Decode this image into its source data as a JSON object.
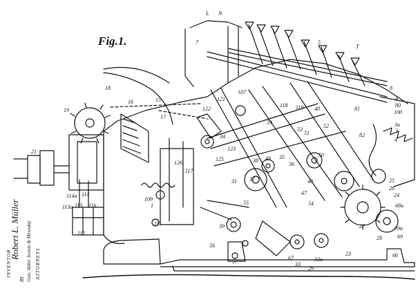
{
  "figure": {
    "title": "Fig.1.",
    "reference_numerals": [
      {
        "text": "L"
      },
      {
        "text": "N"
      },
      {
        "text": "7"
      },
      {
        "text": "5"
      },
      {
        "text": "T"
      },
      {
        "text": "18"
      },
      {
        "text": "19"
      },
      {
        "text": "16"
      },
      {
        "text": "15"
      },
      {
        "text": "17"
      },
      {
        "text": "21"
      },
      {
        "text": "107"
      },
      {
        "text": "121"
      },
      {
        "text": "122"
      },
      {
        "text": "118"
      },
      {
        "text": "119"
      },
      {
        "text": "40"
      },
      {
        "text": "81"
      },
      {
        "text": "8"
      },
      {
        "text": "9"
      },
      {
        "text": "80"
      },
      {
        "text": "100"
      },
      {
        "text": "3a"
      },
      {
        "text": "3"
      },
      {
        "text": "82"
      },
      {
        "text": "4"
      },
      {
        "text": "53"
      },
      {
        "text": "59"
      },
      {
        "text": "52"
      },
      {
        "text": "51"
      },
      {
        "text": "50"
      },
      {
        "text": "34"
      },
      {
        "text": "126"
      },
      {
        "text": "117"
      },
      {
        "text": "123"
      },
      {
        "text": "125"
      },
      {
        "text": "38"
      },
      {
        "text": "49"
      },
      {
        "text": "37"
      },
      {
        "text": "36"
      },
      {
        "text": "35"
      },
      {
        "text": "31"
      },
      {
        "text": "48"
      },
      {
        "text": "47"
      },
      {
        "text": "55"
      },
      {
        "text": "54"
      },
      {
        "text": "109"
      },
      {
        "text": "1"
      },
      {
        "text": "111"
      },
      {
        "text": "114a"
      },
      {
        "text": "114"
      },
      {
        "text": "116"
      },
      {
        "text": "113a"
      },
      {
        "text": "113"
      },
      {
        "text": "112"
      },
      {
        "text": "39"
      },
      {
        "text": "56"
      },
      {
        "text": "57"
      },
      {
        "text": "25"
      },
      {
        "text": "26"
      },
      {
        "text": "24"
      },
      {
        "text": "68a"
      },
      {
        "text": "69a"
      },
      {
        "text": "69"
      },
      {
        "text": "27"
      },
      {
        "text": "28"
      },
      {
        "text": "29"
      },
      {
        "text": "33"
      },
      {
        "text": "23"
      },
      {
        "text": "66"
      },
      {
        "text": "67"
      },
      {
        "text": "33a"
      }
    ]
  },
  "signature": {
    "inventor_label": "INVENTOR",
    "inventor_name": "Robert L. Müller",
    "by": "BY",
    "attorneys_names": "Gatz, Alder, Sexton & Mewsday",
    "attorneys_label": "ATTORNEYS"
  }
}
